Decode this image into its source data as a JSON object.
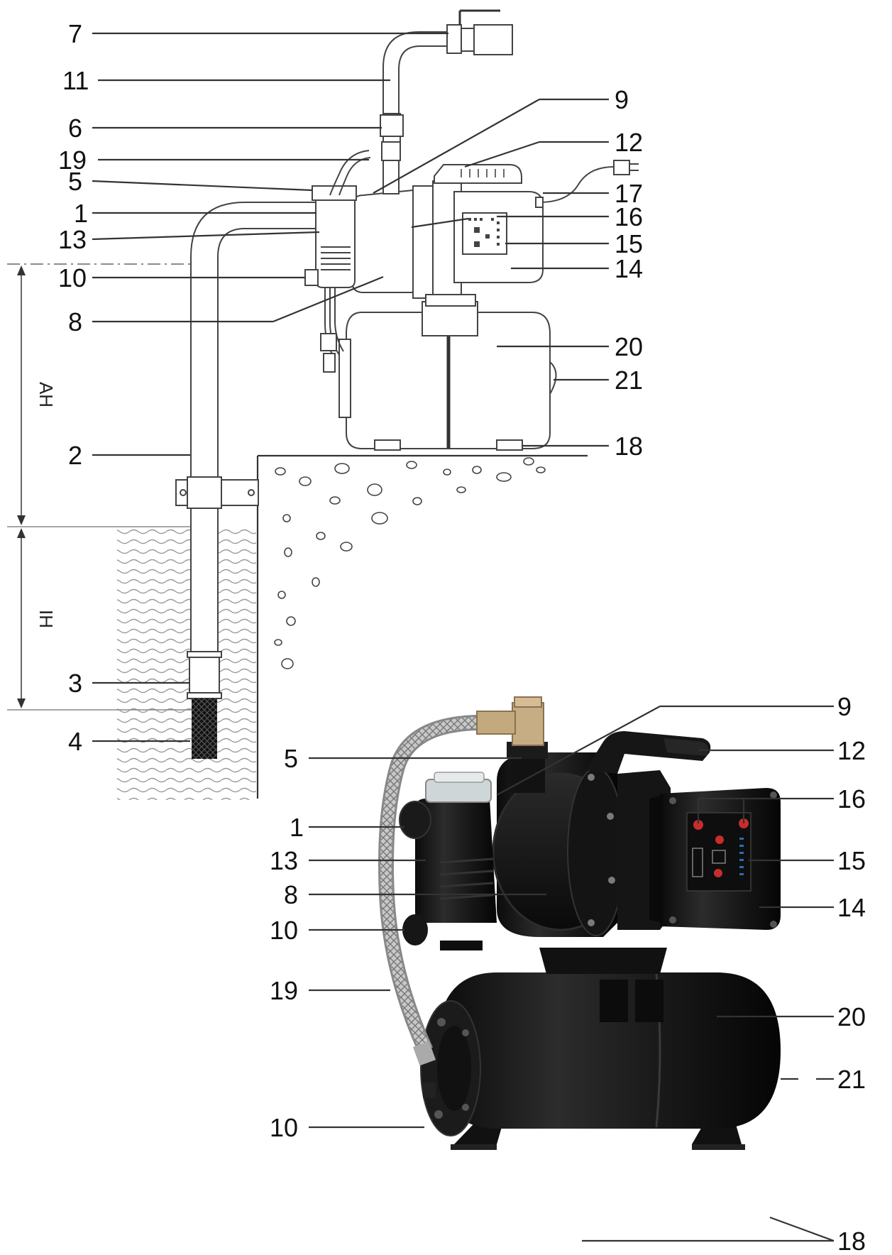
{
  "top_diagram": {
    "labels": {
      "l7": "7",
      "l11": "11",
      "l6": "6",
      "l19": "19",
      "l5": "5",
      "l1": "1",
      "l13": "13",
      "l10": "10",
      "l8": "8",
      "l2": "2",
      "l3": "3",
      "l4": "4",
      "l9": "9",
      "l12": "12",
      "l17": "17",
      "l16": "16",
      "l15": "15",
      "l14": "14",
      "l20": "20",
      "l21": "21",
      "l18": "18"
    },
    "dimensions": {
      "upper": "AH",
      "lower": "IH"
    }
  },
  "bottom_photo": {
    "labels": {
      "l9": "9",
      "l5": "5",
      "l12": "12",
      "l1": "1",
      "l16": "16",
      "l13": "13",
      "l15": "15",
      "l8": "8",
      "l14": "14",
      "l10a": "10",
      "l19": "19",
      "l20": "20",
      "l21": "21",
      "l10b": "10",
      "l18": "18"
    }
  }
}
